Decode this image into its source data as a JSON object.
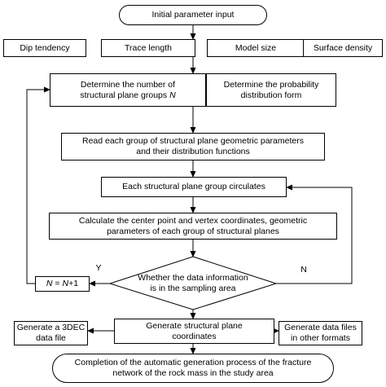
{
  "nodes": {
    "start": "Initial parameter input",
    "dip_tendency": "Dip tendency",
    "trace_length": "Trace length",
    "model_size": "Model size",
    "surface_density": "Surface density",
    "groups_line1": "Determine the number of",
    "groups_line2_prefix": "structural plane groups ",
    "groups_line2_var": "N",
    "probability_line1": "Determine the probability",
    "probability_line2": "distribution form",
    "read_line1": "Read each group of structural plane geometric parameters",
    "read_line2": "and their distribution functions",
    "circulate": "Each structural plane group circulates",
    "calc_line1": "Calculate the center point and vertex coordinates, geometric",
    "calc_line2": "parameters of each group of structural planes",
    "decision_line1": "Whether the data information",
    "decision_line2": "is in the sampling area",
    "counter_var1": "N",
    "counter_mid": " = ",
    "counter_var2": "N",
    "counter_suffix": "+1",
    "gen_3dec_line1": "Generate a 3DEC",
    "gen_3dec_line2": "data file",
    "gen_coord_line1": "Generate structural plane",
    "gen_coord_line2": "coordinates",
    "gen_other_line1": "Generate data files",
    "gen_other_line2": "in other formats",
    "end_line1": "Completion of the automatic generation process of the fracture",
    "end_line2": "network of the rock mass in the study area"
  },
  "edge_labels": {
    "yes": "Y",
    "no": "N"
  }
}
